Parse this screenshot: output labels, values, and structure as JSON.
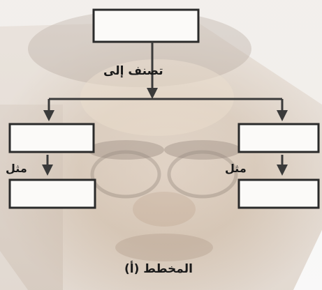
{
  "diagram": {
    "classify_label": "تصنف إلى",
    "example_label_left": "مثل",
    "example_label_right": "مثل",
    "caption": "المخطط (أ)"
  },
  "colors": {
    "line": "#3a3a3a",
    "box_stroke": "#2a2a2a",
    "box_fill": "#fbfaf8",
    "background": "#f4f1ee",
    "photo_tint": "#9c7f64"
  }
}
